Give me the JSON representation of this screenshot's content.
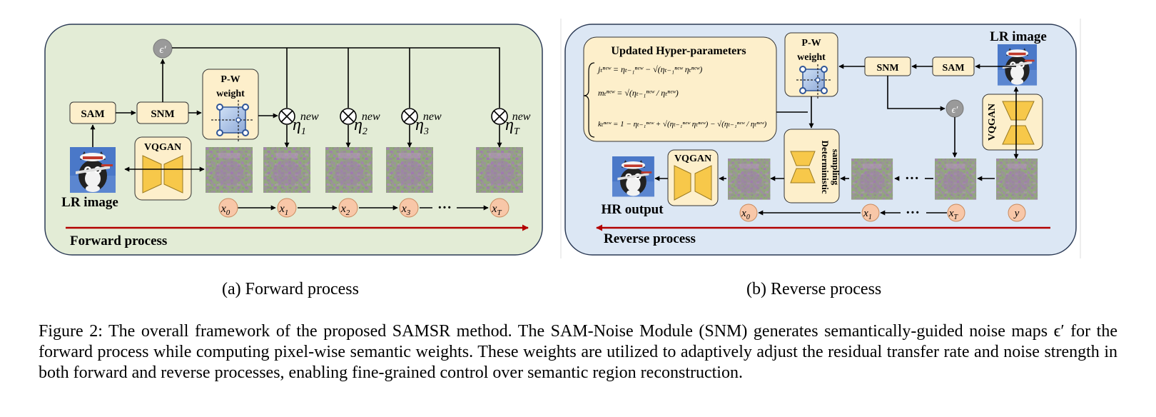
{
  "forward": {
    "title": "Forward process",
    "sam": "SAM",
    "snm": "SNM",
    "epsilon": "ϵ′",
    "pw_weight": [
      "P-W",
      "weight"
    ],
    "vqgan": "VQGAN",
    "lr_image": "LR image",
    "eta_base": "η",
    "eta_subs": [
      "1",
      "2",
      "3",
      "T"
    ],
    "eta_sup": "new",
    "x_nodes": [
      {
        "base": "x",
        "sub": "0"
      },
      {
        "base": "x",
        "sub": "1"
      },
      {
        "base": "x",
        "sub": "2"
      },
      {
        "base": "x",
        "sub": "3"
      },
      {
        "base": "x",
        "sub": "T"
      }
    ],
    "ellipsis": "···"
  },
  "reverse": {
    "title": "Reverse process",
    "hyper_title": "Updated Hyper-parameters",
    "equations": [
      "jₜⁿᵉʷ = ηₜ₋₁ⁿᵉʷ − √(ηₜ₋₁ⁿᵉʷ ηₜⁿᵉʷ)",
      "mₜⁿᵉʷ = √(ηₜ₋₁ⁿᵉʷ / ηₜⁿᵉʷ)",
      "kₜⁿᵉʷ = 1 − ηₜ₋₁ⁿᵉʷ + √(ηₜ₋₁ⁿᵉʷ ηₜⁿᵉʷ) − √(ηₜ₋₁ⁿᵉʷ / ηₜⁿᵉʷ)"
    ],
    "pw_weight": [
      "P-W",
      "weight"
    ],
    "snm": "SNM",
    "sam": "SAM",
    "lr_image": "LR image",
    "vqgan_vertical": "VQGAN",
    "epsilon": "ϵ′",
    "deterministic": [
      "Deterministic",
      "sampling"
    ],
    "vqgan": "VQGAN",
    "hr_output": "HR output",
    "x_nodes": [
      {
        "base": "x",
        "sub": "0"
      },
      {
        "base": "x",
        "sub": "1"
      },
      {
        "base": "x",
        "sub": "T"
      }
    ],
    "y_node": "y",
    "ellipsis": "···"
  },
  "subcaptions": {
    "a": "(a) Forward process",
    "b": "(b) Reverse process"
  },
  "caption": {
    "text": "Figure 2: The overall framework of the proposed SAMSR method. The SAM-Noise Module (SNM) generates semantically-guided noise maps ϵ′ for the forward process while computing pixel-wise semantic weights. These weights are utilized to adaptively adjust the residual transfer rate and noise strength in both forward and reverse processes, enabling fine-grained control over semantic region reconstruction."
  },
  "colors": {
    "forward_panel": "#e3ecd6",
    "reverse_panel": "#dce7f4",
    "panel_border": "#2b3a55",
    "module_fill": "#fdefcb",
    "node_fill": "#f8c7a8",
    "node_border": "#c98a5e",
    "epsilon_fill": "#9a9a9a",
    "vqgan_fill": "#f7c84a",
    "timeline": "#b30000",
    "noise_green": "#8ea37a",
    "noise_purple": "#a07bb0"
  }
}
